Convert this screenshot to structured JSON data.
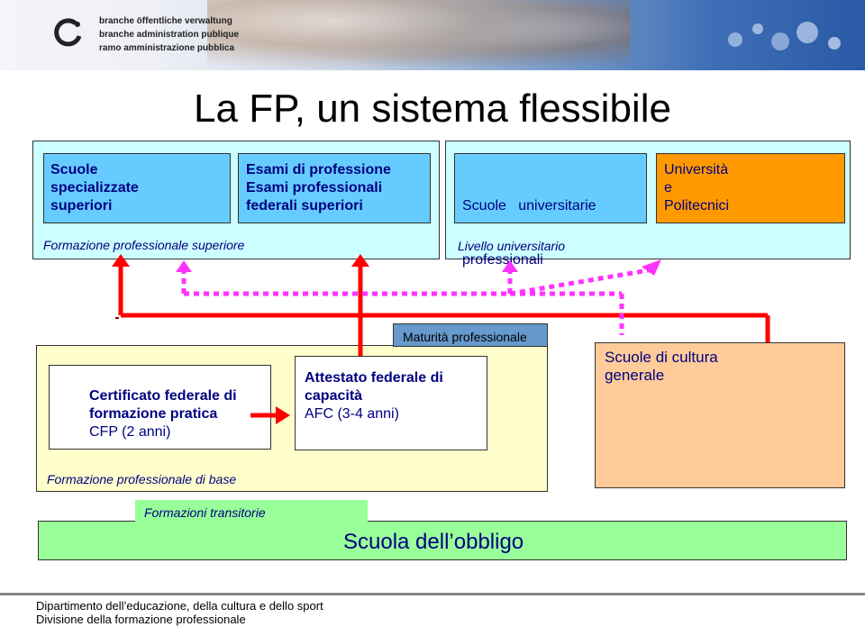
{
  "header": {
    "org_line_1": "branche öffentliche verwaltung",
    "org_line_2": "branche administration publique",
    "org_line_3": "ramo amministrazione pubblica"
  },
  "title": "La FP, un sistema  flessibile",
  "upper": {
    "scuole_specializzate": [
      "Scuole",
      "specializzate",
      "superiori"
    ],
    "esami": [
      "Esami di professione",
      "Esami professionali",
      "federali superiori"
    ],
    "formazione_superiore": "Formazione professionale superiore",
    "scuole_universitarie": [
      "Scuole   universitarie",
      "professionali"
    ],
    "universita": [
      "Università",
      "e",
      "Politecnici"
    ],
    "livello_universitario": "Livello universitario"
  },
  "lower": {
    "maturita": "Maturità professionale",
    "cfp": [
      "Certificato federale di",
      "formazione pratica",
      "CFP (2 anni)"
    ],
    "afc": [
      "Attestato federale di",
      "capacità",
      "AFC (3-4 anni)"
    ],
    "formazione_base": "Formazione professionale di base",
    "cultura": [
      "Scuole di cultura",
      "generale"
    ]
  },
  "transitorie": "Formazioni transitorie",
  "obbligo": "Scuola dell’obbligo",
  "footer": {
    "line_1": "Dipartimento dell’educazione, della cultura e dello sport",
    "line_2": "Divisione della formazione professionale"
  },
  "colors": {
    "arrow_solid": "#ff0000",
    "arrow_dashed": "#ff33ff",
    "upper_bg": "#ccffff",
    "blue": "#66ccff",
    "orange": "#ff9900",
    "lower_bg": "#ffffcc",
    "culture": "#ffcc99",
    "maturita": "#6699cc",
    "obbligo": "#99ff99"
  },
  "icons": [
    "logo-icon",
    "bubble-icons"
  ]
}
